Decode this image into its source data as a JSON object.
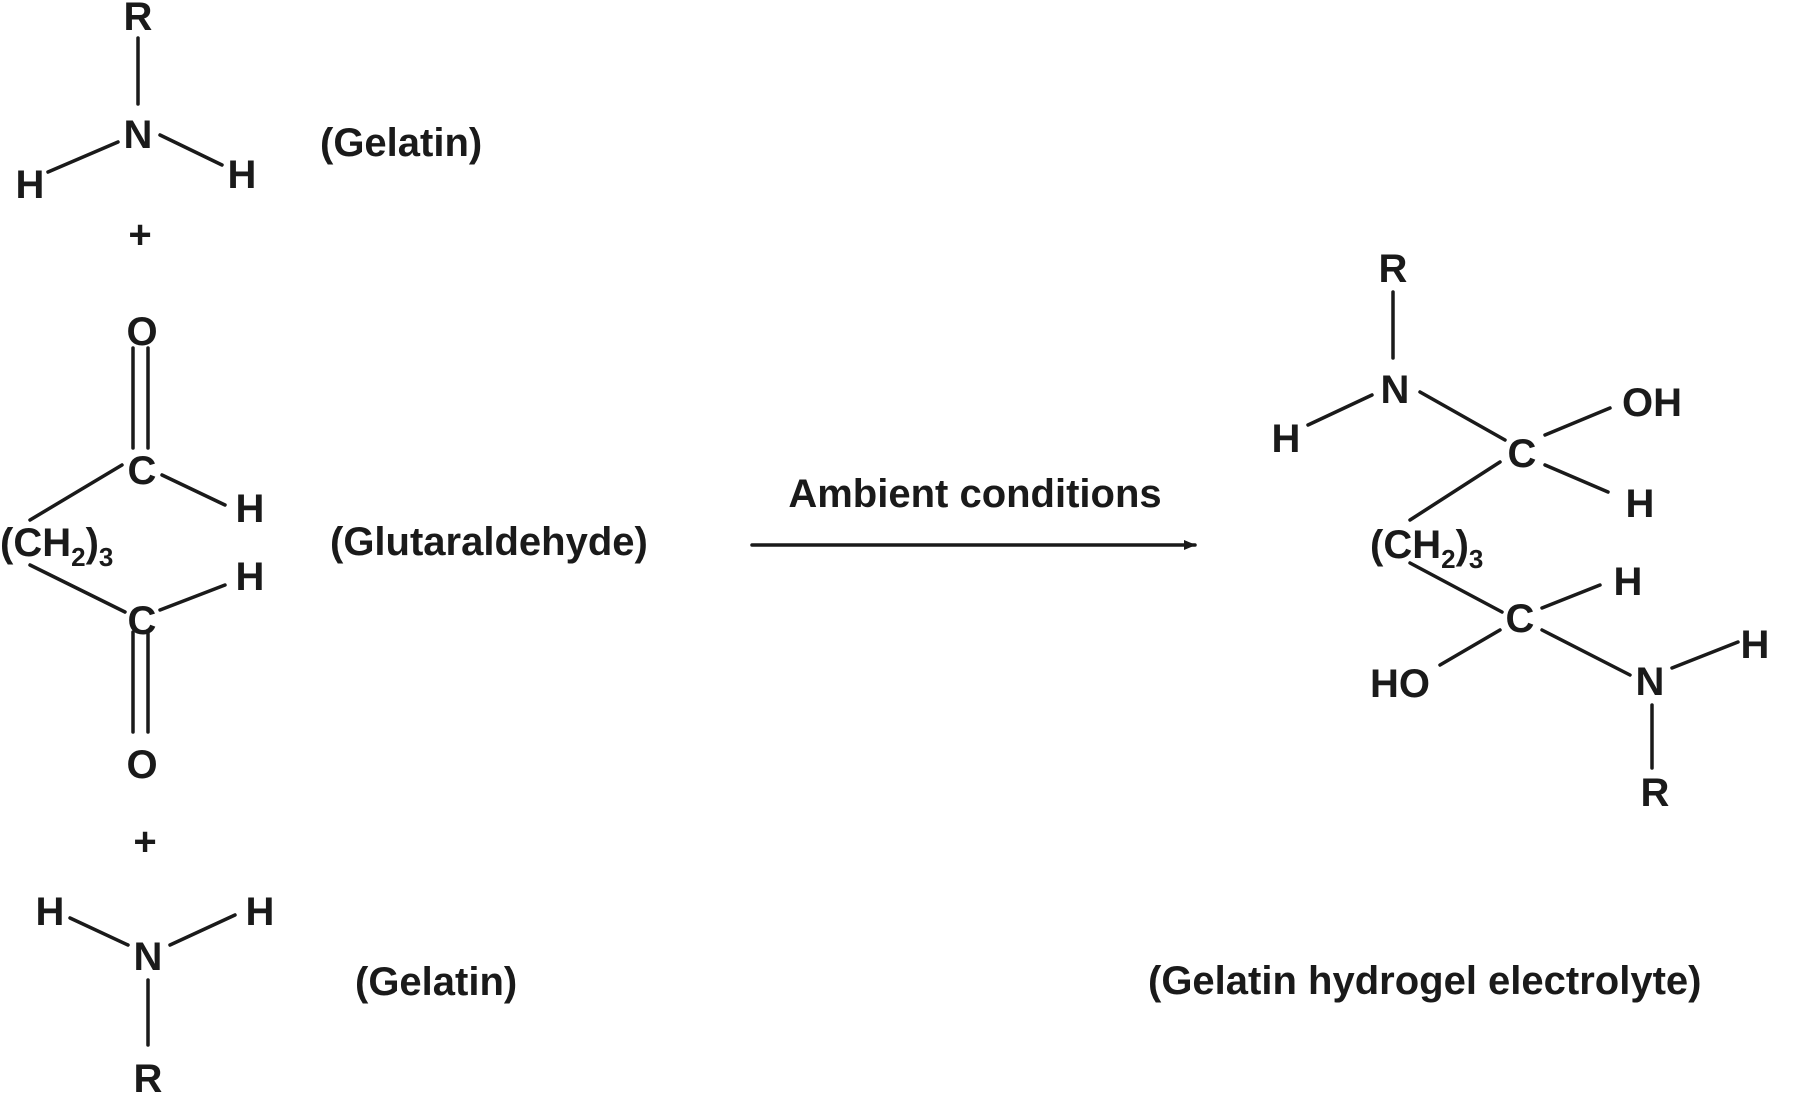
{
  "reactants": {
    "gelatin_top": {
      "atoms": {
        "r": "R",
        "n": "N",
        "h_left": "H",
        "h_right": "H"
      },
      "caption": "(Gelatin)"
    },
    "plus_1": "+",
    "glutaraldehyde": {
      "atoms": {
        "o_top": "O",
        "c_top": "C",
        "h_top": "H",
        "ch2_main": "(CH",
        "ch2_sub": "2",
        "ch2_close": ")",
        "ch2_n": "3",
        "h_bottom": "H",
        "c_bottom": "C",
        "o_bottom": "O"
      },
      "caption": "(Glutaraldehyde)"
    },
    "plus_2": "+",
    "gelatin_bottom": {
      "atoms": {
        "h_left": "H",
        "h_right": "H",
        "n": "N",
        "r": "R"
      },
      "caption": "(Gelatin)"
    }
  },
  "reaction": {
    "condition": "Ambient conditions"
  },
  "product": {
    "atoms": {
      "r_top": "R",
      "n_top": "N",
      "h_n_top": "H",
      "c_top": "C",
      "oh_top": "OH",
      "h_c_top": "H",
      "ch2_main": "(CH",
      "ch2_sub": "2",
      "ch2_close": ")",
      "ch2_n": "3",
      "h_c_bottom": "H",
      "c_bottom": "C",
      "ho_bottom": "HO",
      "n_bottom": "N",
      "h_n_bottom": "H",
      "r_bottom": "R"
    },
    "caption": "(Gelatin hydrogel electrolyte)"
  }
}
